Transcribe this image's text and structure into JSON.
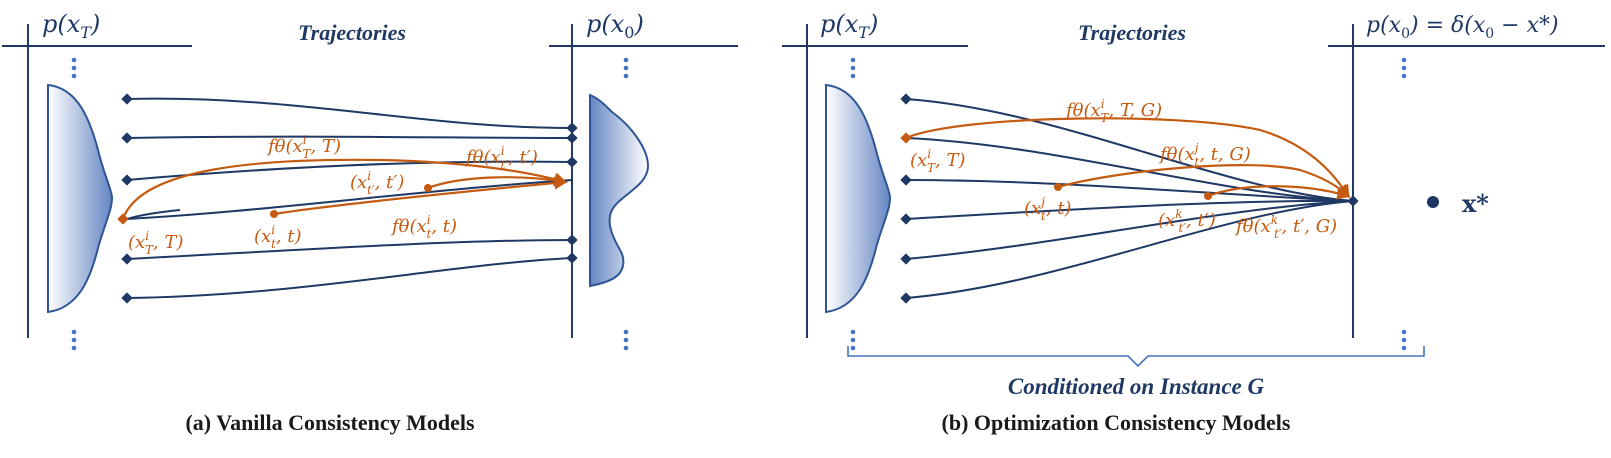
{
  "colors": {
    "navy": "#1f3864",
    "orange": "#c55a11",
    "dots": "#4472c4",
    "gauss": "#4a70b8"
  },
  "panel_a": {
    "label_pxT": "p(x",
    "label_pxT_sub": "T",
    "label_px0": "p(x",
    "label_px0_sub": "0",
    "title": "Trajectories",
    "point_xT": "(x",
    "point_xT_sup": "i",
    "point_xT_sub": "T",
    "point_xT_tail": ", T)",
    "point_xt": "(x",
    "point_xt_sup": "i",
    "point_xt_sub": "t",
    "point_xt_tail": ", t)",
    "point_xtp": "(x",
    "point_xtp_sup": "i",
    "point_xtp_sub": "t′",
    "point_xtp_tail": ", t′)",
    "f_T": "fθ(x",
    "f_T_sup": "i",
    "f_T_sub": "T",
    "f_T_tail": ", T)",
    "f_tp": "fθ(x",
    "f_tp_sup": "i",
    "f_tp_sub": "t′",
    "f_tp_tail": ", t′)",
    "f_t": "fθ(x",
    "f_t_sup": "i",
    "f_t_sub": "t",
    "f_t_tail": ", t)",
    "caption": "(a) Vanilla Consistency Models"
  },
  "panel_b": {
    "label_pxT": "p(x",
    "label_pxT_sub": "T",
    "label_px0": "p(x",
    "label_px0_sub": "0",
    "label_px0_eq": ") = δ(x",
    "label_px0_eq_sub": "0",
    "label_px0_end": " − x*)",
    "title": "Trajectories",
    "point_xT": "(x",
    "point_xT_sup": "i",
    "point_xT_sub": "T",
    "point_xT_tail": ", T)",
    "point_xt": "(x",
    "point_xt_sup": "j",
    "point_xt_sub": "t",
    "point_xt_tail": ", t)",
    "point_xtp": "(x",
    "point_xtp_sup": "k",
    "point_xtp_sub": "t′",
    "point_xtp_tail": ", t′)",
    "f_T": "fθ(x",
    "f_T_sup": "i",
    "f_T_sub": "T",
    "f_T_tail": ", T, G)",
    "f_t": "fθ(x",
    "f_t_sup": "j",
    "f_t_sub": "t",
    "f_t_tail": ", t, G)",
    "f_tp": "fθ(x",
    "f_tp_sup": "k",
    "f_tp_sub": "t′",
    "f_tp_tail": ", t′, G)",
    "xstar": "x*",
    "brace_label": "Conditioned on Instance G",
    "caption": "(b) Optimization Consistency Models"
  }
}
